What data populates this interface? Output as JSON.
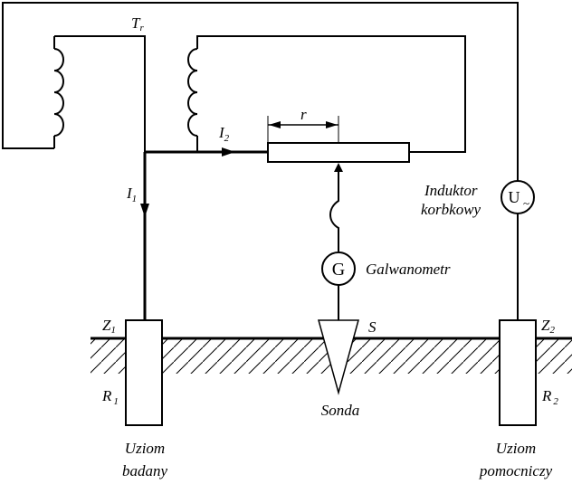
{
  "labels": {
    "transformer": {
      "main": "T",
      "sub": "r"
    },
    "i1": {
      "main": "I",
      "sub": "1"
    },
    "i2": {
      "main": "I",
      "sub": "2"
    },
    "r": "r",
    "inductor_line1": "Induktor",
    "inductor_line2": "korbkowy",
    "galvanometer": "Galwanometr",
    "z1": {
      "main": "Z",
      "sub": "1"
    },
    "z2": {
      "main": "Z",
      "sub": "2"
    },
    "s": "S",
    "r1": {
      "main": "R",
      "sub": "1"
    },
    "r2": {
      "main": "R",
      "sub": "2"
    },
    "probe": "Sonda",
    "electrode_tested_line1": "Uziom",
    "electrode_tested_line2": "badany",
    "electrode_aux_line1": "Uziom",
    "electrode_aux_line2": "pomocniczy"
  },
  "symbols": {
    "galvanometer_letter": "G",
    "inductor_letter": "U",
    "inductor_mark": "~"
  }
}
